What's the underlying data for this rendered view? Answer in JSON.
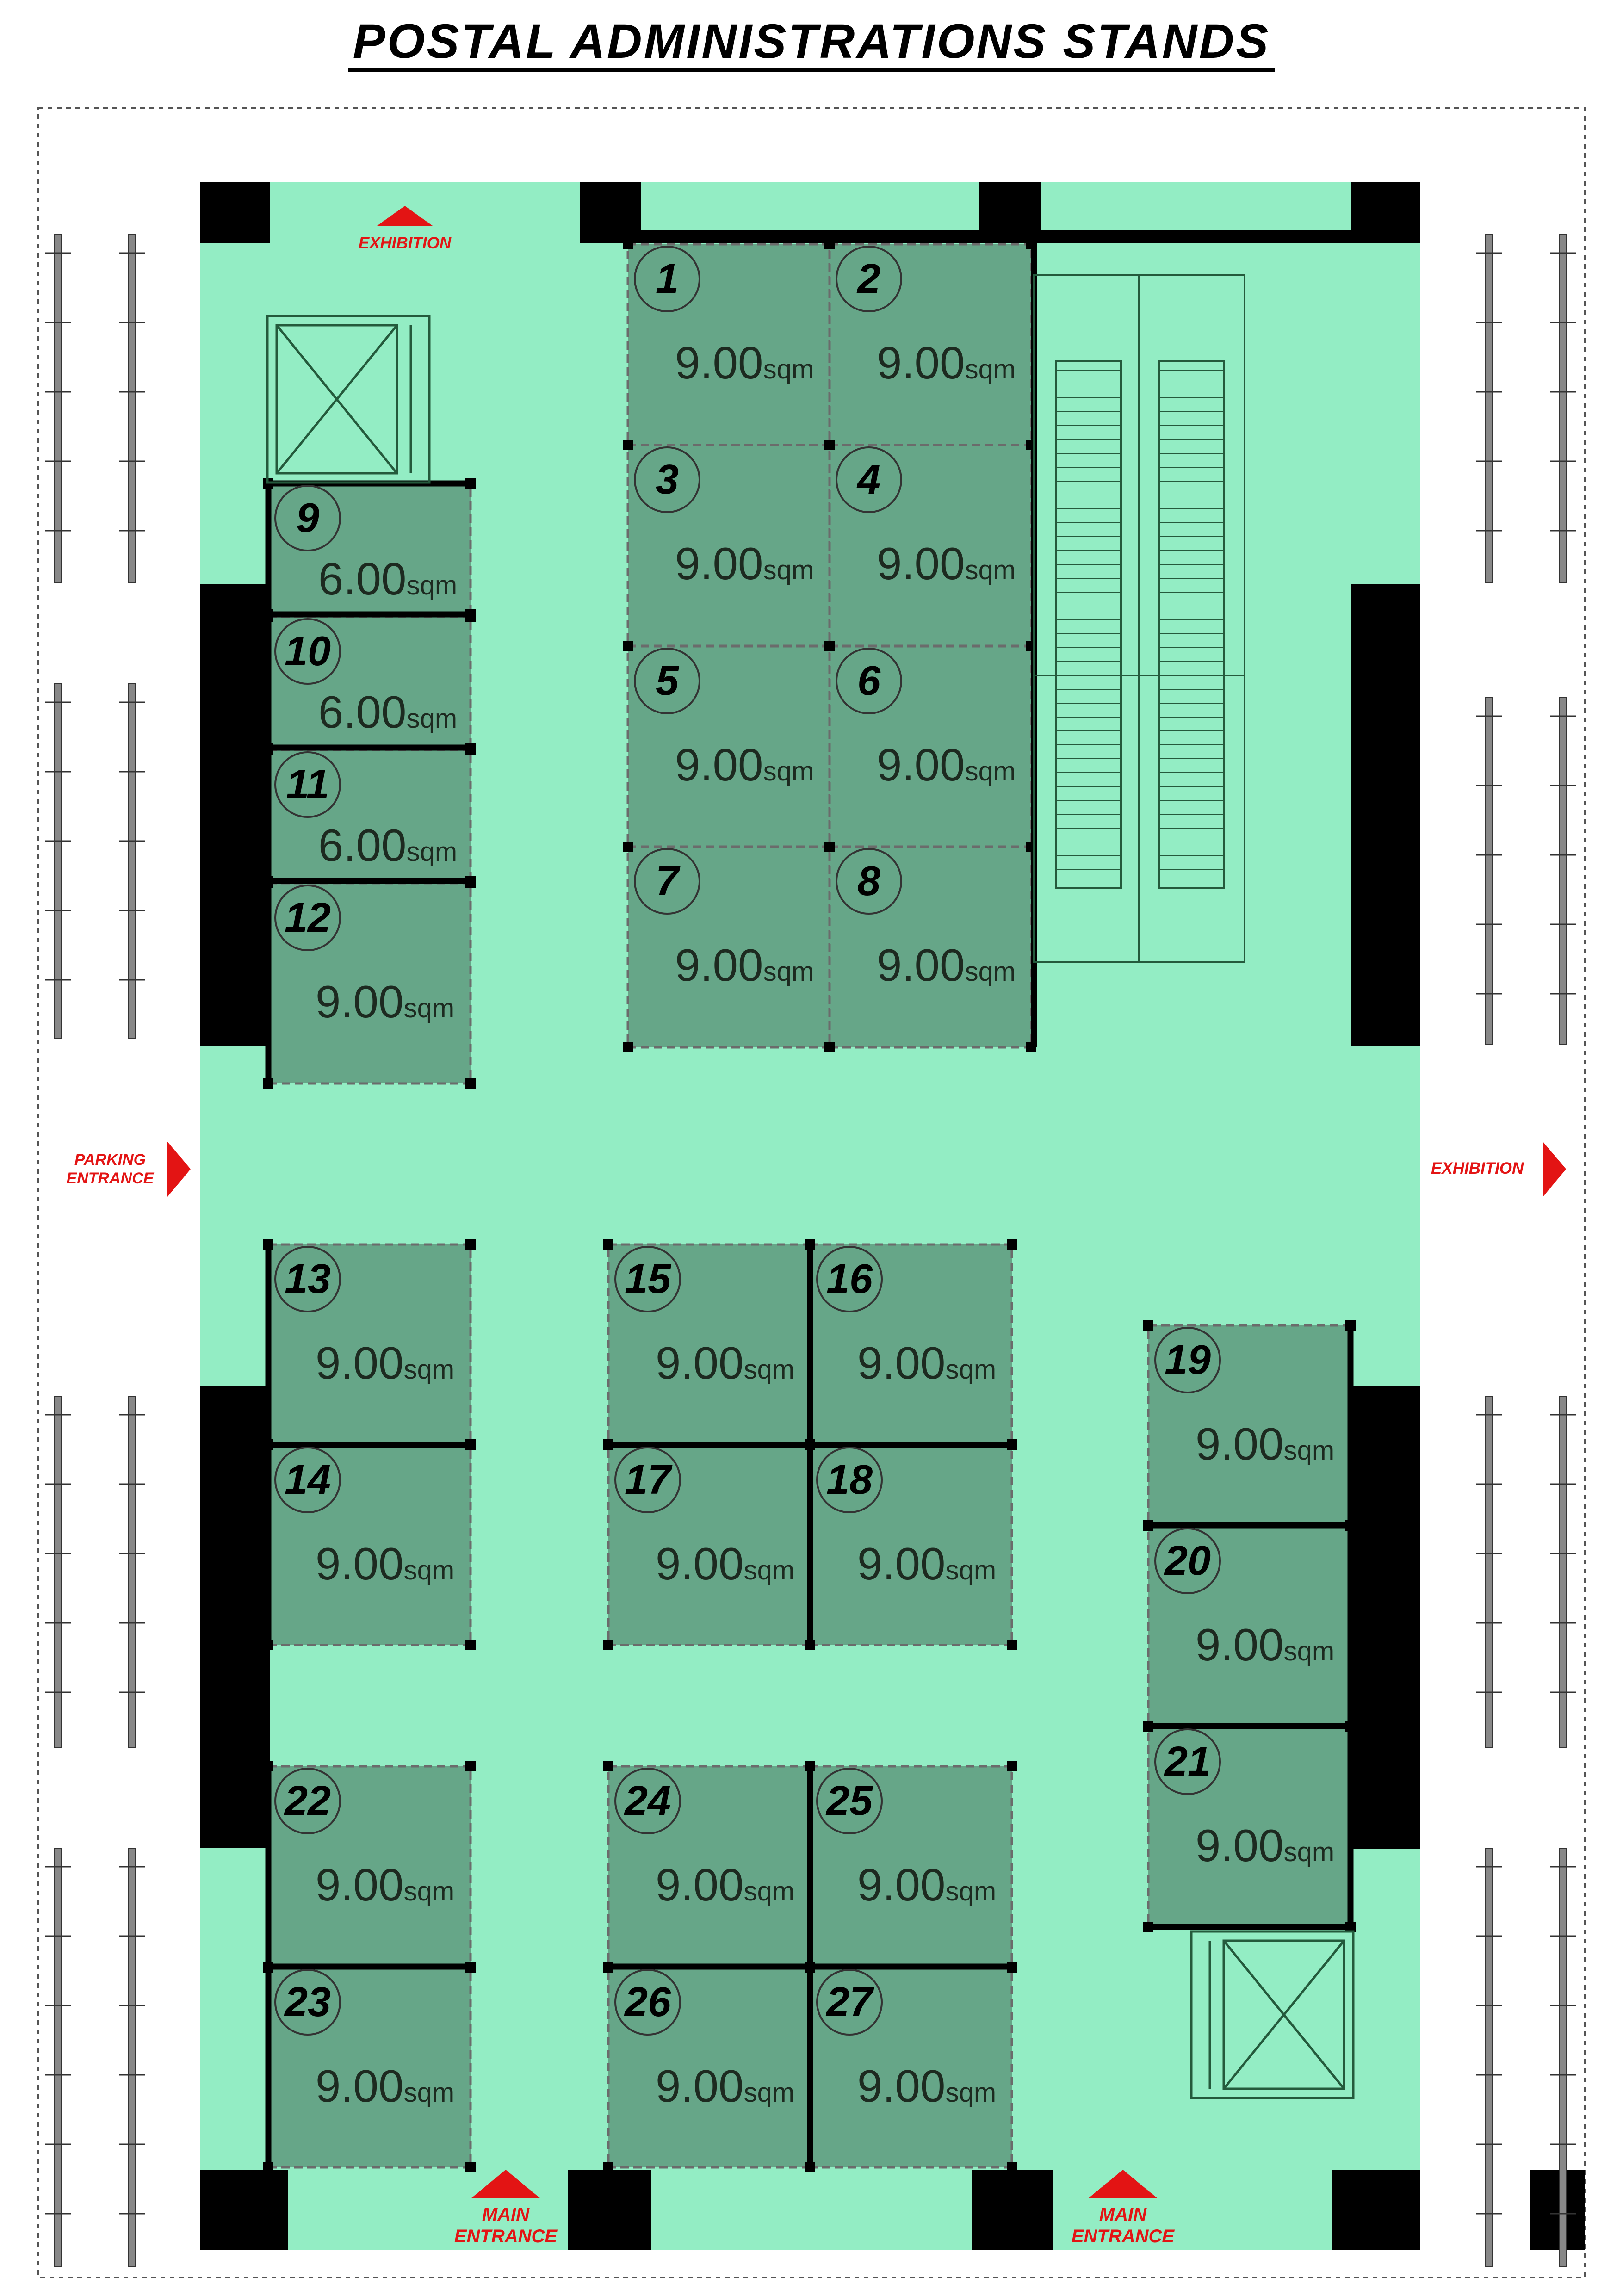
{
  "title": "POSTAL ADMINISTRATIONS STANDS",
  "colors": {
    "floor": "#93edc4",
    "stand": "#66a688",
    "wall": "#000000",
    "arrow": "#e31414",
    "stand_border": "#6b6b6b"
  },
  "unit": "sqm",
  "stands": [
    {
      "id": "1",
      "area": "9.00"
    },
    {
      "id": "2",
      "area": "9.00"
    },
    {
      "id": "3",
      "area": "9.00"
    },
    {
      "id": "4",
      "area": "9.00"
    },
    {
      "id": "5",
      "area": "9.00"
    },
    {
      "id": "6",
      "area": "9.00"
    },
    {
      "id": "7",
      "area": "9.00"
    },
    {
      "id": "8",
      "area": "9.00"
    },
    {
      "id": "9",
      "area": "6.00"
    },
    {
      "id": "10",
      "area": "6.00"
    },
    {
      "id": "11",
      "area": "6.00"
    },
    {
      "id": "12",
      "area": "9.00"
    },
    {
      "id": "13",
      "area": "9.00"
    },
    {
      "id": "14",
      "area": "9.00"
    },
    {
      "id": "15",
      "area": "9.00"
    },
    {
      "id": "16",
      "area": "9.00"
    },
    {
      "id": "17",
      "area": "9.00"
    },
    {
      "id": "18",
      "area": "9.00"
    },
    {
      "id": "19",
      "area": "9.00"
    },
    {
      "id": "20",
      "area": "9.00"
    },
    {
      "id": "21",
      "area": "9.00"
    },
    {
      "id": "22",
      "area": "9.00"
    },
    {
      "id": "23",
      "area": "9.00"
    },
    {
      "id": "24",
      "area": "9.00"
    },
    {
      "id": "25",
      "area": "9.00"
    },
    {
      "id": "26",
      "area": "9.00"
    },
    {
      "id": "27",
      "area": "9.00"
    }
  ],
  "labels": {
    "exhibition_top": "EXHIBITION",
    "exhibition_right": "EXHIBITION",
    "parking_line1": "PARKING",
    "parking_line2": "ENTRANCE",
    "main_entrance_left_line1": "MAIN",
    "main_entrance_left_line2": "ENTRANCE",
    "main_entrance_right_line1": "MAIN",
    "main_entrance_right_line2": "ENTRANCE"
  }
}
